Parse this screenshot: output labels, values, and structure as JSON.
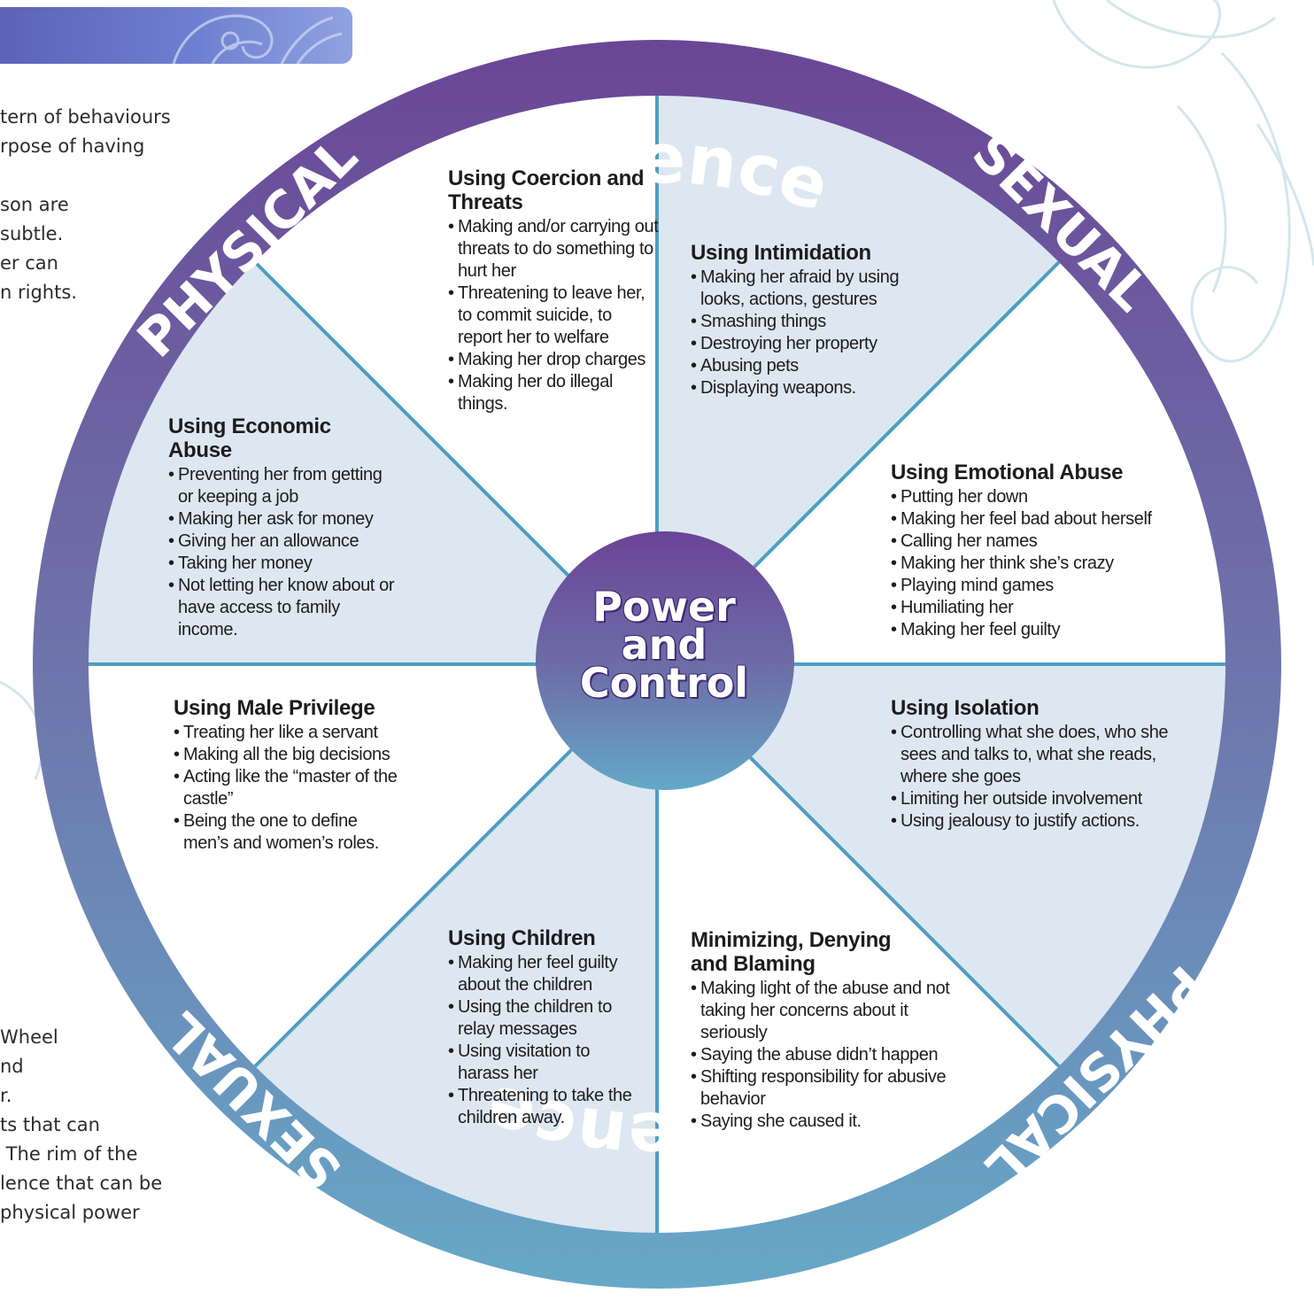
{
  "side_text_top": "tern of behaviours\nrpose of having\n\nson are\nsubtle.\ner can\nn rights.",
  "side_text_bottom": "Wheel\nnd\nr.\nts that can\n The rim of the\nlence that can be\nphysical power",
  "wheel": {
    "hub": "Power\nand\nControl",
    "rim_labels": {
      "top": "Violence",
      "bottom": "Violence",
      "upper_left": "PHYSICAL",
      "upper_right": "SEXUAL",
      "lower_left": "SEXUAL",
      "lower_right": "PHYSICAL"
    },
    "tactics": {
      "coercion": {
        "title": "Using Coercion and Threats",
        "items": [
          "Making and/or carrying out threats to do something to hurt her",
          "Threatening to leave her, to commit suicide, to report her to welfare",
          "Making her drop charges",
          "Making her do illegal things."
        ]
      },
      "intimidation": {
        "title": "Using Intimidation",
        "items": [
          "Making her afraid by using looks, actions, gestures",
          "Smashing things",
          "Destroying her property",
          "Abusing pets",
          "Displaying weapons."
        ]
      },
      "emotional": {
        "title": "Using Emotional Abuse",
        "items": [
          "Putting her down",
          "Making her feel bad about herself",
          "Calling her names",
          "Making her think she’s crazy",
          "Playing mind games",
          "Humiliating her",
          "Making her feel guilty"
        ]
      },
      "isolation": {
        "title": "Using Isolation",
        "items": [
          "Controlling what she does, who she sees and talks to, what she reads, where she goes",
          "Limiting her outside involvement",
          "Using jealousy to justify actions."
        ]
      },
      "minimizing": {
        "title": "Minimizing, Denying and Blaming",
        "items": [
          "Making light of the abuse and not taking her concerns about it seriously",
          "Saying the abuse didn’t happen",
          "Shifting responsibility for abusive behavior",
          "Saying she caused it."
        ]
      },
      "children": {
        "title": "Using Children",
        "items": [
          "Making her feel guilty about the children",
          "Using the children to relay messages",
          "Using visitation to harass her",
          "Threatening to take the children away."
        ]
      },
      "male_privilege": {
        "title": "Using Male Privilege",
        "items": [
          "Treating her like a servant",
          "Making all the big decisions",
          "Acting like the “master of the castle”",
          "Being the one to define men’s and women’s roles."
        ]
      },
      "economic": {
        "title": "Using Economic Abuse",
        "items": [
          "Preventing her from getting or keeping a job",
          "Making her ask for money",
          "Giving her an allowance",
          "Taking her money",
          "Not letting her know about or have access to family income."
        ]
      }
    }
  },
  "colors": {
    "rim_top": "#6a4a97",
    "rim_bottom": "#66a7c7",
    "spoke": "#4d9ec2",
    "shaded_wedge": "#dde7f1",
    "plain_wedge": "#ffffff"
  }
}
